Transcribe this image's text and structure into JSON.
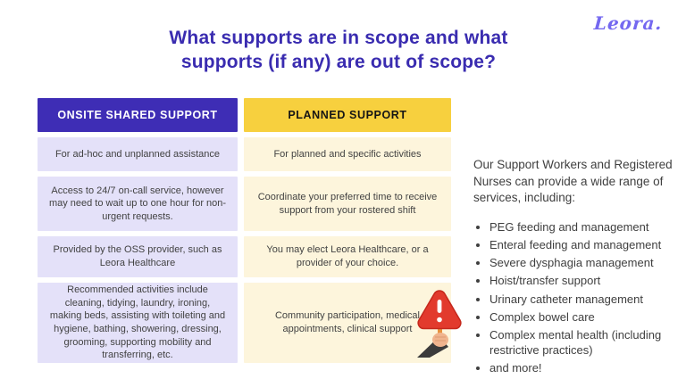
{
  "logo": {
    "text": "Leora."
  },
  "title": {
    "line1": "What supports are in scope and what",
    "line2": "supports (if any) are out of scope?"
  },
  "table": {
    "headers": {
      "left": "ONSITE SHARED SUPPORT",
      "right": "PLANNED SUPPORT"
    },
    "rows": [
      {
        "left": "For ad-hoc and unplanned assistance",
        "right": "For planned and specific activities"
      },
      {
        "left": "Access to 24/7 on-call service, however may need to wait up to one hour for non-urgent requests.",
        "right": "Coordinate your preferred time to receive support from your rostered shift"
      },
      {
        "left": "Provided by the OSS provider, such as Leora Healthcare",
        "right": "You may elect Leora Healthcare, or a provider of your choice."
      },
      {
        "left": "Recommended activities include cleaning, tidying, laundry, ironing, making beds, assisting with toileting and hygiene, bathing, showering, dressing, grooming, supporting mobility and transferring, etc.",
        "right": "Community participation, medical appointments, clinical support"
      }
    ]
  },
  "services": {
    "intro": "Our Support Workers and Registered Nurses can provide a wide range of services, including:",
    "items": [
      "PEG feeding and management",
      "Enteral feeding and management",
      "Severe dysphagia management",
      "Hoist/transfer support",
      "Urinary catheter management",
      "Complex bowel care",
      "Complex mental health (including restrictive practices)",
      "and more!"
    ]
  },
  "icons": {
    "warning": "warning-sign-held-by-hand"
  },
  "colors": {
    "title": "#3a2cb0",
    "logo": "#7468f0",
    "header_purple_bg": "#3e2db5",
    "header_yellow_bg": "#f7d03e",
    "cell_lavender_bg": "#e4e1f9",
    "cell_cream_bg": "#fdf5dc",
    "body_text": "#424242",
    "warning_red": "#e23a2d"
  }
}
